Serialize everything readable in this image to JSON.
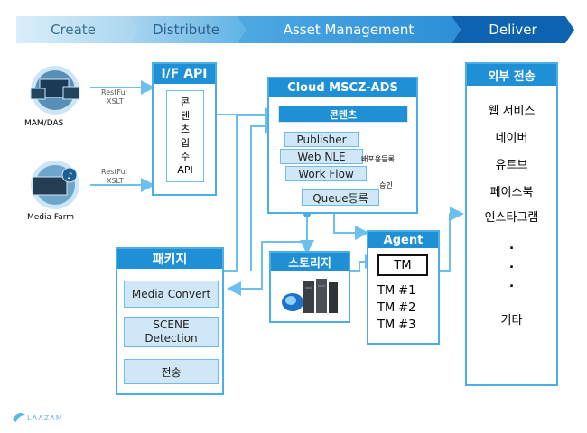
{
  "stages": [
    {
      "label": "Create"
    },
    {
      "label": "Distribute"
    },
    {
      "label": "Asset Management"
    },
    {
      "label": "Deliver"
    }
  ],
  "sources": {
    "mam": {
      "label": "MAM/DAS",
      "protocol1": "RestFul",
      "protocol2": "XSLT"
    },
    "farm": {
      "label": "Media Farm",
      "protocol1": "RestFul",
      "protocol2": "XSLT"
    }
  },
  "if_api": {
    "title": "I/F API",
    "content_chars": [
      "콘",
      "텐",
      "츠",
      "입",
      "수",
      "API"
    ]
  },
  "cloud": {
    "title": "Cloud MSCZ-ADS",
    "content": "콘텐츠",
    "publisher": "Publisher",
    "web_nle": "Web NLE",
    "workflow": "Work Flow",
    "queue": "Queue등록",
    "annot_register": "배포용등록",
    "annot_approve": "승인"
  },
  "package": {
    "title": "패키지",
    "items": [
      "Media Convert",
      "SCENE Detection",
      "전송"
    ]
  },
  "storage": {
    "title": "스토리지"
  },
  "agent": {
    "title": "Agent",
    "tm": "TM",
    "items": [
      "TM #1",
      "TM #2",
      "TM #3"
    ]
  },
  "external": {
    "title": "외부 전송",
    "items": [
      "웹 서비스",
      "네이버",
      "유트브",
      "페이스북",
      "인스타그램"
    ],
    "dots": [
      ".",
      ".",
      "."
    ],
    "other": "기타"
  },
  "logo": {
    "text": "LAAZAM"
  },
  "colors": {
    "primary": "#1f8fd6",
    "light": "#cfe7f7",
    "border": "#4aaee8",
    "dark": "#0d63b0"
  }
}
